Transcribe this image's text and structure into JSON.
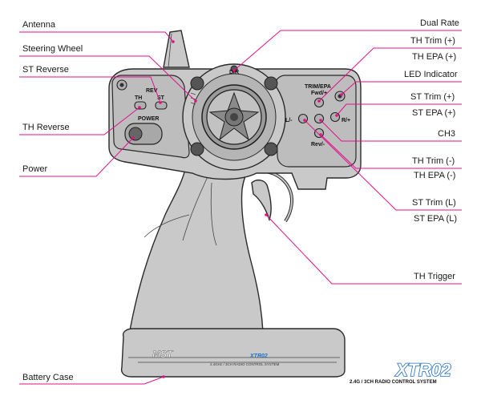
{
  "callouts": {
    "antenna": "Antenna",
    "steering_wheel": "Steering Wheel",
    "st_reverse": "ST Reverse",
    "th_reverse": "TH Reverse",
    "power": "Power",
    "battery_case": "Battery Case",
    "dual_rate": "Dual Rate",
    "th_trim_plus": "TH Trim (+)",
    "th_epa_plus": "TH EPA (+)",
    "led_indicator": "LED Indicator",
    "st_trim_plus": "ST Trim (+)",
    "st_epa_plus": "ST EPA (+)",
    "ch3": "CH3",
    "th_trim_minus": "TH Trim (-)",
    "th_epa_minus": "TH EPA (-)",
    "st_trim_l": "ST Trim (L)",
    "st_epa_l": "ST EPA (L)",
    "th_trigger": "TH Trigger"
  },
  "panel_labels": {
    "rev": "REV",
    "th": "TH",
    "st": "ST",
    "power": "POWER",
    "dr": "D/R",
    "trim_epa": "TRIM/EPA",
    "fwd": "Fwd/+",
    "left": "L/-",
    "right": "R/+",
    "rev_minus": "Rev/-"
  },
  "branding": {
    "brand_logo": "MST",
    "model_small": "XTR02",
    "tagline_small": "2.4GHz / 3CH RADIO CONTROL SYSTEM",
    "model_large": "XTR02",
    "tagline_large": "2.4G / 3CH RADIO CONTROL SYSTEM"
  },
  "colors": {
    "leader": "#e0118a",
    "body": "#c9c9c9",
    "logo_blue": "#1f6fc4"
  }
}
